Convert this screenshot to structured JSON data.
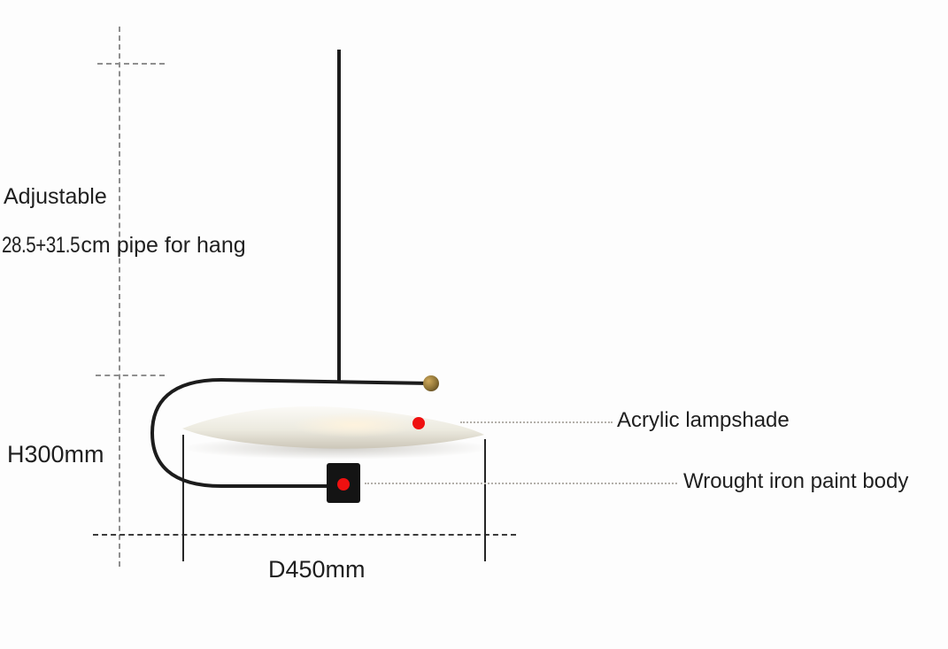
{
  "diagram": {
    "title_semantic": "Pendant lamp dimension diagram",
    "labels": {
      "adjustable": "Adjustable",
      "pipe_length": "28.5+31.5",
      "pipe_for_hang": "cm pipe for hang",
      "height": "H300mm",
      "diameter": "D450mm",
      "lampshade": "Acrylic lampshade",
      "body": "Wrought iron paint body"
    },
    "colors": {
      "wire_and_rod": "#1c1c1c",
      "marker_dot": "#ef1010",
      "brass_connector": "#8f7436",
      "shade_light": "#fbfaf6",
      "shade_dark": "#ccc6b8",
      "guide_gray": "#8f8f8f",
      "guide_dark": "#3c3c3c",
      "leader_dotted": "#b3b0aa",
      "text": "#1f1f1f"
    }
  }
}
